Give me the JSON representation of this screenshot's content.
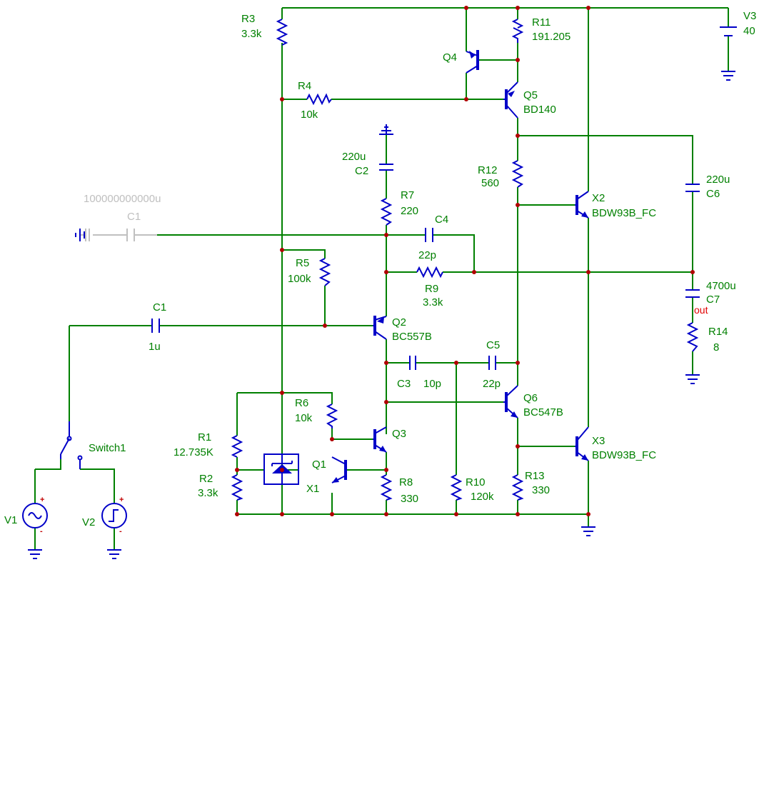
{
  "components": {
    "r3": {
      "ref": "R3",
      "value": "3.3k"
    },
    "r11": {
      "ref": "R11",
      "value": "191.205"
    },
    "v3": {
      "ref": "V3",
      "value": "40"
    },
    "q4": {
      "ref": "Q4"
    },
    "q5": {
      "ref": "Q5",
      "model": "BD140"
    },
    "r4": {
      "ref": "R4",
      "value": "10k"
    },
    "c2": {
      "ref": "C2",
      "value": "220u"
    },
    "r12": {
      "ref": "R12",
      "value": "560"
    },
    "c6": {
      "ref": "C6",
      "value": "220u"
    },
    "x2": {
      "ref": "X2",
      "model": "BDW93B_FC"
    },
    "c1_disabled": {
      "ref": "C1",
      "value": "100000000000u"
    },
    "r7": {
      "ref": "R7",
      "value": "220"
    },
    "c4": {
      "ref": "C4",
      "value": "22p"
    },
    "r5": {
      "ref": "R5",
      "value": "100k"
    },
    "r9": {
      "ref": "R9",
      "value": "3.3k"
    },
    "c7": {
      "ref": "C7",
      "value": "4700u"
    },
    "out_label": "out",
    "r14": {
      "ref": "R14",
      "value": "8"
    },
    "c1": {
      "ref": "C1",
      "value": "1u"
    },
    "q2": {
      "ref": "Q2",
      "model": "BC557B"
    },
    "c5": {
      "ref": "C5",
      "value": "22p"
    },
    "c3": {
      "ref": "C3",
      "value": "10p"
    },
    "q6": {
      "ref": "Q6",
      "model": "BC547B"
    },
    "r6": {
      "ref": "R6",
      "value": "10k"
    },
    "r1": {
      "ref": "R1",
      "value": "12.735K"
    },
    "q3": {
      "ref": "Q3"
    },
    "x3": {
      "ref": "X3",
      "model": "BDW93B_FC"
    },
    "q1": {
      "ref": "Q1"
    },
    "r2": {
      "ref": "R2",
      "value": "3.3k"
    },
    "x1": {
      "ref": "X1"
    },
    "r8": {
      "ref": "R8",
      "value": "330"
    },
    "r10": {
      "ref": "R10",
      "value": "120k"
    },
    "r13": {
      "ref": "R13",
      "value": "330"
    },
    "switch1": {
      "ref": "Switch1"
    },
    "v1": {
      "ref": "V1"
    },
    "v2": {
      "ref": "V2"
    },
    "plus_sign": "+",
    "minus_sign": "-"
  },
  "colors": {
    "wire": "#008000",
    "component": "#0000c8",
    "junction": "#b00000",
    "disabled": "#c0c0c0"
  }
}
